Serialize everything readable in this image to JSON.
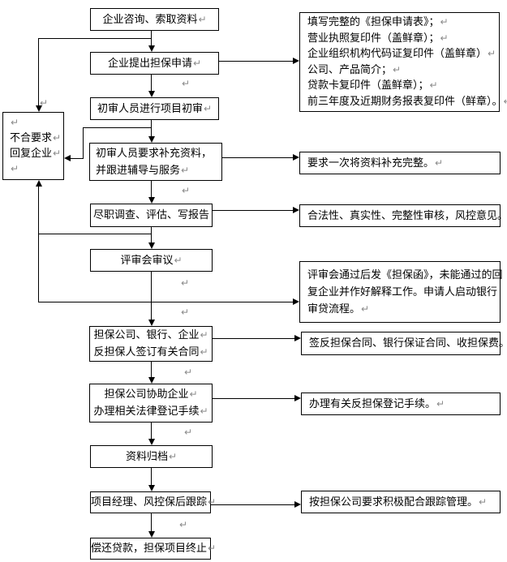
{
  "ret_char": "↵",
  "colors": {
    "background": "#ffffff",
    "line": "#000000",
    "text": "#000000",
    "paragraph_mark": "#8a8a8a"
  },
  "flow": [
    {
      "name": "consult",
      "lines": [
        {
          "text": "企业咨询、索取资料",
          "ret": true
        }
      ]
    },
    {
      "name": "apply",
      "lines": [
        {
          "text": "企业提出担保申请",
          "ret": true
        }
      ]
    },
    {
      "name": "preliminary-review",
      "lines": [
        {
          "text": "初审人员进行项目初审",
          "ret": true
        }
      ]
    },
    {
      "name": "supplement",
      "lines": [
        {
          "text": "初审人员要求补充资料，",
          "ret": false
        },
        {
          "text": "并跟进辅导与服务",
          "ret": true
        }
      ]
    },
    {
      "name": "due-diligence",
      "lines": [
        {
          "text": "尽职调查、评估、写报告",
          "ret": false
        }
      ]
    },
    {
      "name": "review-committee",
      "lines": [
        {
          "text": "评审会审议",
          "ret": true
        }
      ]
    },
    {
      "name": "sign-contracts",
      "lines": [
        {
          "text": "担保公司、银行、企业",
          "ret": true
        },
        {
          "text": "反担保人签订有关合同",
          "ret": true
        }
      ]
    },
    {
      "name": "legal-registration",
      "lines": [
        {
          "text": "担保公司协助企业",
          "ret": true
        },
        {
          "text": "办理相关法律登记手续",
          "ret": true
        }
      ]
    },
    {
      "name": "archive",
      "lines": [
        {
          "text": "资料归档",
          "ret": true
        }
      ]
    },
    {
      "name": "post-tracking",
      "lines": [
        {
          "text": "项目经理、风控保后跟踪",
          "ret": true
        }
      ]
    },
    {
      "name": "repay-terminate",
      "lines": [
        {
          "text": "偿还贷款，担保项目终止",
          "ret": true
        }
      ]
    }
  ],
  "side_box": {
    "name": "reject-reply",
    "lines": [
      {
        "text": "",
        "ret": true
      },
      {
        "text": "不合要求",
        "ret": true
      },
      {
        "text": "回复企业",
        "ret": true
      },
      {
        "text": "",
        "ret": true
      }
    ]
  },
  "right_boxes": [
    {
      "name": "materials-list",
      "lines": [
        {
          "text": "填写完整的《担保申请表》；",
          "ret": true
        },
        {
          "text": "营业执照复印件（盖鲜章）；",
          "ret": true
        },
        {
          "text": "企业组织机构代码证复印件（盖鲜章）",
          "ret": true
        },
        {
          "text": "公司、产品简介；",
          "ret": true
        },
        {
          "text": "贷款卡复印件（盖鲜章）；",
          "ret": true
        },
        {
          "text": "前三年度及近期财务报表复印件（鲜章）。",
          "ret": true
        }
      ]
    },
    {
      "name": "supplement-note",
      "lines": [
        {
          "text": "要求一次将资料补充完整。",
          "ret": true
        }
      ]
    },
    {
      "name": "review-criteria",
      "lines": [
        {
          "text": "合法性、真实性、完整性审核，风控意见。",
          "ret": true
        }
      ]
    },
    {
      "name": "guarantee-letter",
      "lines": [
        {
          "text": "评审会通过后发《担保函》，未能通过的回",
          "ret": false
        },
        {
          "text": "复企业并作好解释工作。申请人启动银行",
          "ret": false
        },
        {
          "text": "审贷流程。",
          "ret": true
        }
      ]
    },
    {
      "name": "sign-and-fee",
      "lines": [
        {
          "text": "签反担保合同、银行保证合同、收担保费。",
          "ret": true
        }
      ]
    },
    {
      "name": "counter-guarantee-registration",
      "lines": [
        {
          "text": "办理有关反担保登记手续。",
          "ret": true
        }
      ]
    },
    {
      "name": "tracking-management",
      "lines": [
        {
          "text": "按担保公司要求积极配合跟踪管理。",
          "ret": true
        }
      ]
    }
  ]
}
